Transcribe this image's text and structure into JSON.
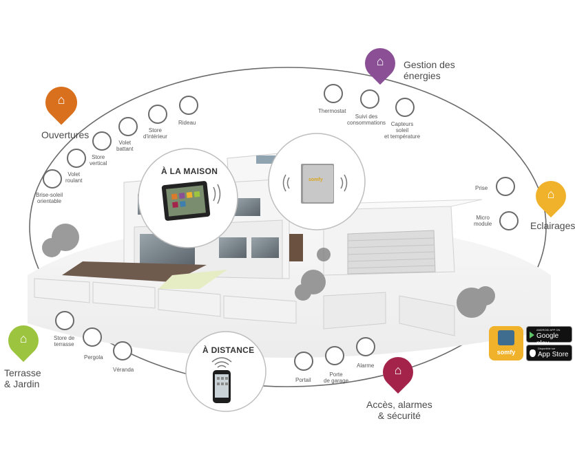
{
  "categories": {
    "ouvertures": "Ouvertures",
    "energies": "Gestion des\nénergies",
    "eclairages": "Eclairages",
    "terrasse": "Terrasse\n& Jardin",
    "acces": "Accès, alarmes\n& sécurité"
  },
  "bubbles": {
    "maison": "À LA MAISON",
    "distance": "À DISTANCE"
  },
  "devices": {
    "brise_soleil": "Brise-soleil\norientable",
    "volet_roulant": "Volet\nroulant",
    "store_vertical": "Store\nvertical",
    "volet_battant": "Volet\nbattant",
    "store_interieur": "Store\nd'intérieur",
    "rideau": "Rideau",
    "thermostat": "Thermostat",
    "suivi": "Suivi des\nconsommations",
    "capteurs": "Capteurs\nsoleil\net température",
    "prise": "Prise",
    "micro": "Micro\nmodule",
    "store_terrasse": "Store de\nterrasse",
    "pergola": "Pergola",
    "veranda": "Véranda",
    "portail": "Portail",
    "porte_garage": "Porte\nde garage",
    "alarme": "Alarme"
  },
  "badges": {
    "brand": "somfy",
    "android_line1": "ANDROID APP ON",
    "android_line2": "Google play",
    "apple_line1": "Disponible sur",
    "apple_line2": "App Store",
    "box_brand": "somfy"
  },
  "colors": {
    "orange": "#d9701e",
    "purple": "#8a4f94",
    "yellow": "#f0b22a",
    "green": "#9cc43e",
    "crimson": "#a3234a",
    "ring": "#6a6a6a"
  }
}
